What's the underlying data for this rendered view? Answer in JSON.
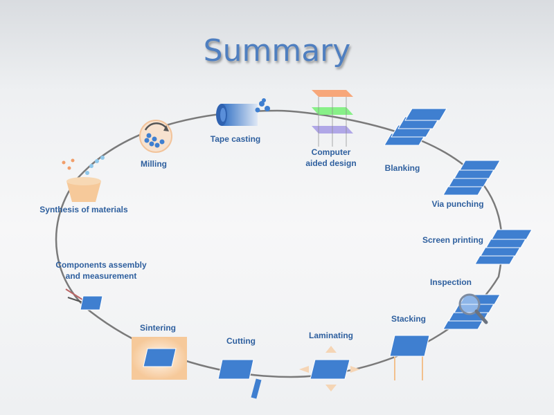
{
  "title": "Summary",
  "steps": [
    {
      "label": "Tape casting"
    },
    {
      "label": "Computer\naided design"
    },
    {
      "label": "Blanking"
    },
    {
      "label": "Via punching"
    },
    {
      "label": "Screen printing"
    },
    {
      "label": "Inspection"
    },
    {
      "label": "Stacking"
    },
    {
      "label": "Laminating"
    },
    {
      "label": "Cutting"
    },
    {
      "label": "Sintering"
    },
    {
      "label": "Components assembly\nand measurement"
    },
    {
      "label": "Synthesis of materials"
    },
    {
      "label": "Milling"
    }
  ],
  "colors": {
    "title": "#4f7fc0",
    "label": "#2e5f9e",
    "sheet": "#3f7fd0",
    "sheet_edge": "#1f4f9a",
    "cycle_line": "#7a7a7a"
  }
}
